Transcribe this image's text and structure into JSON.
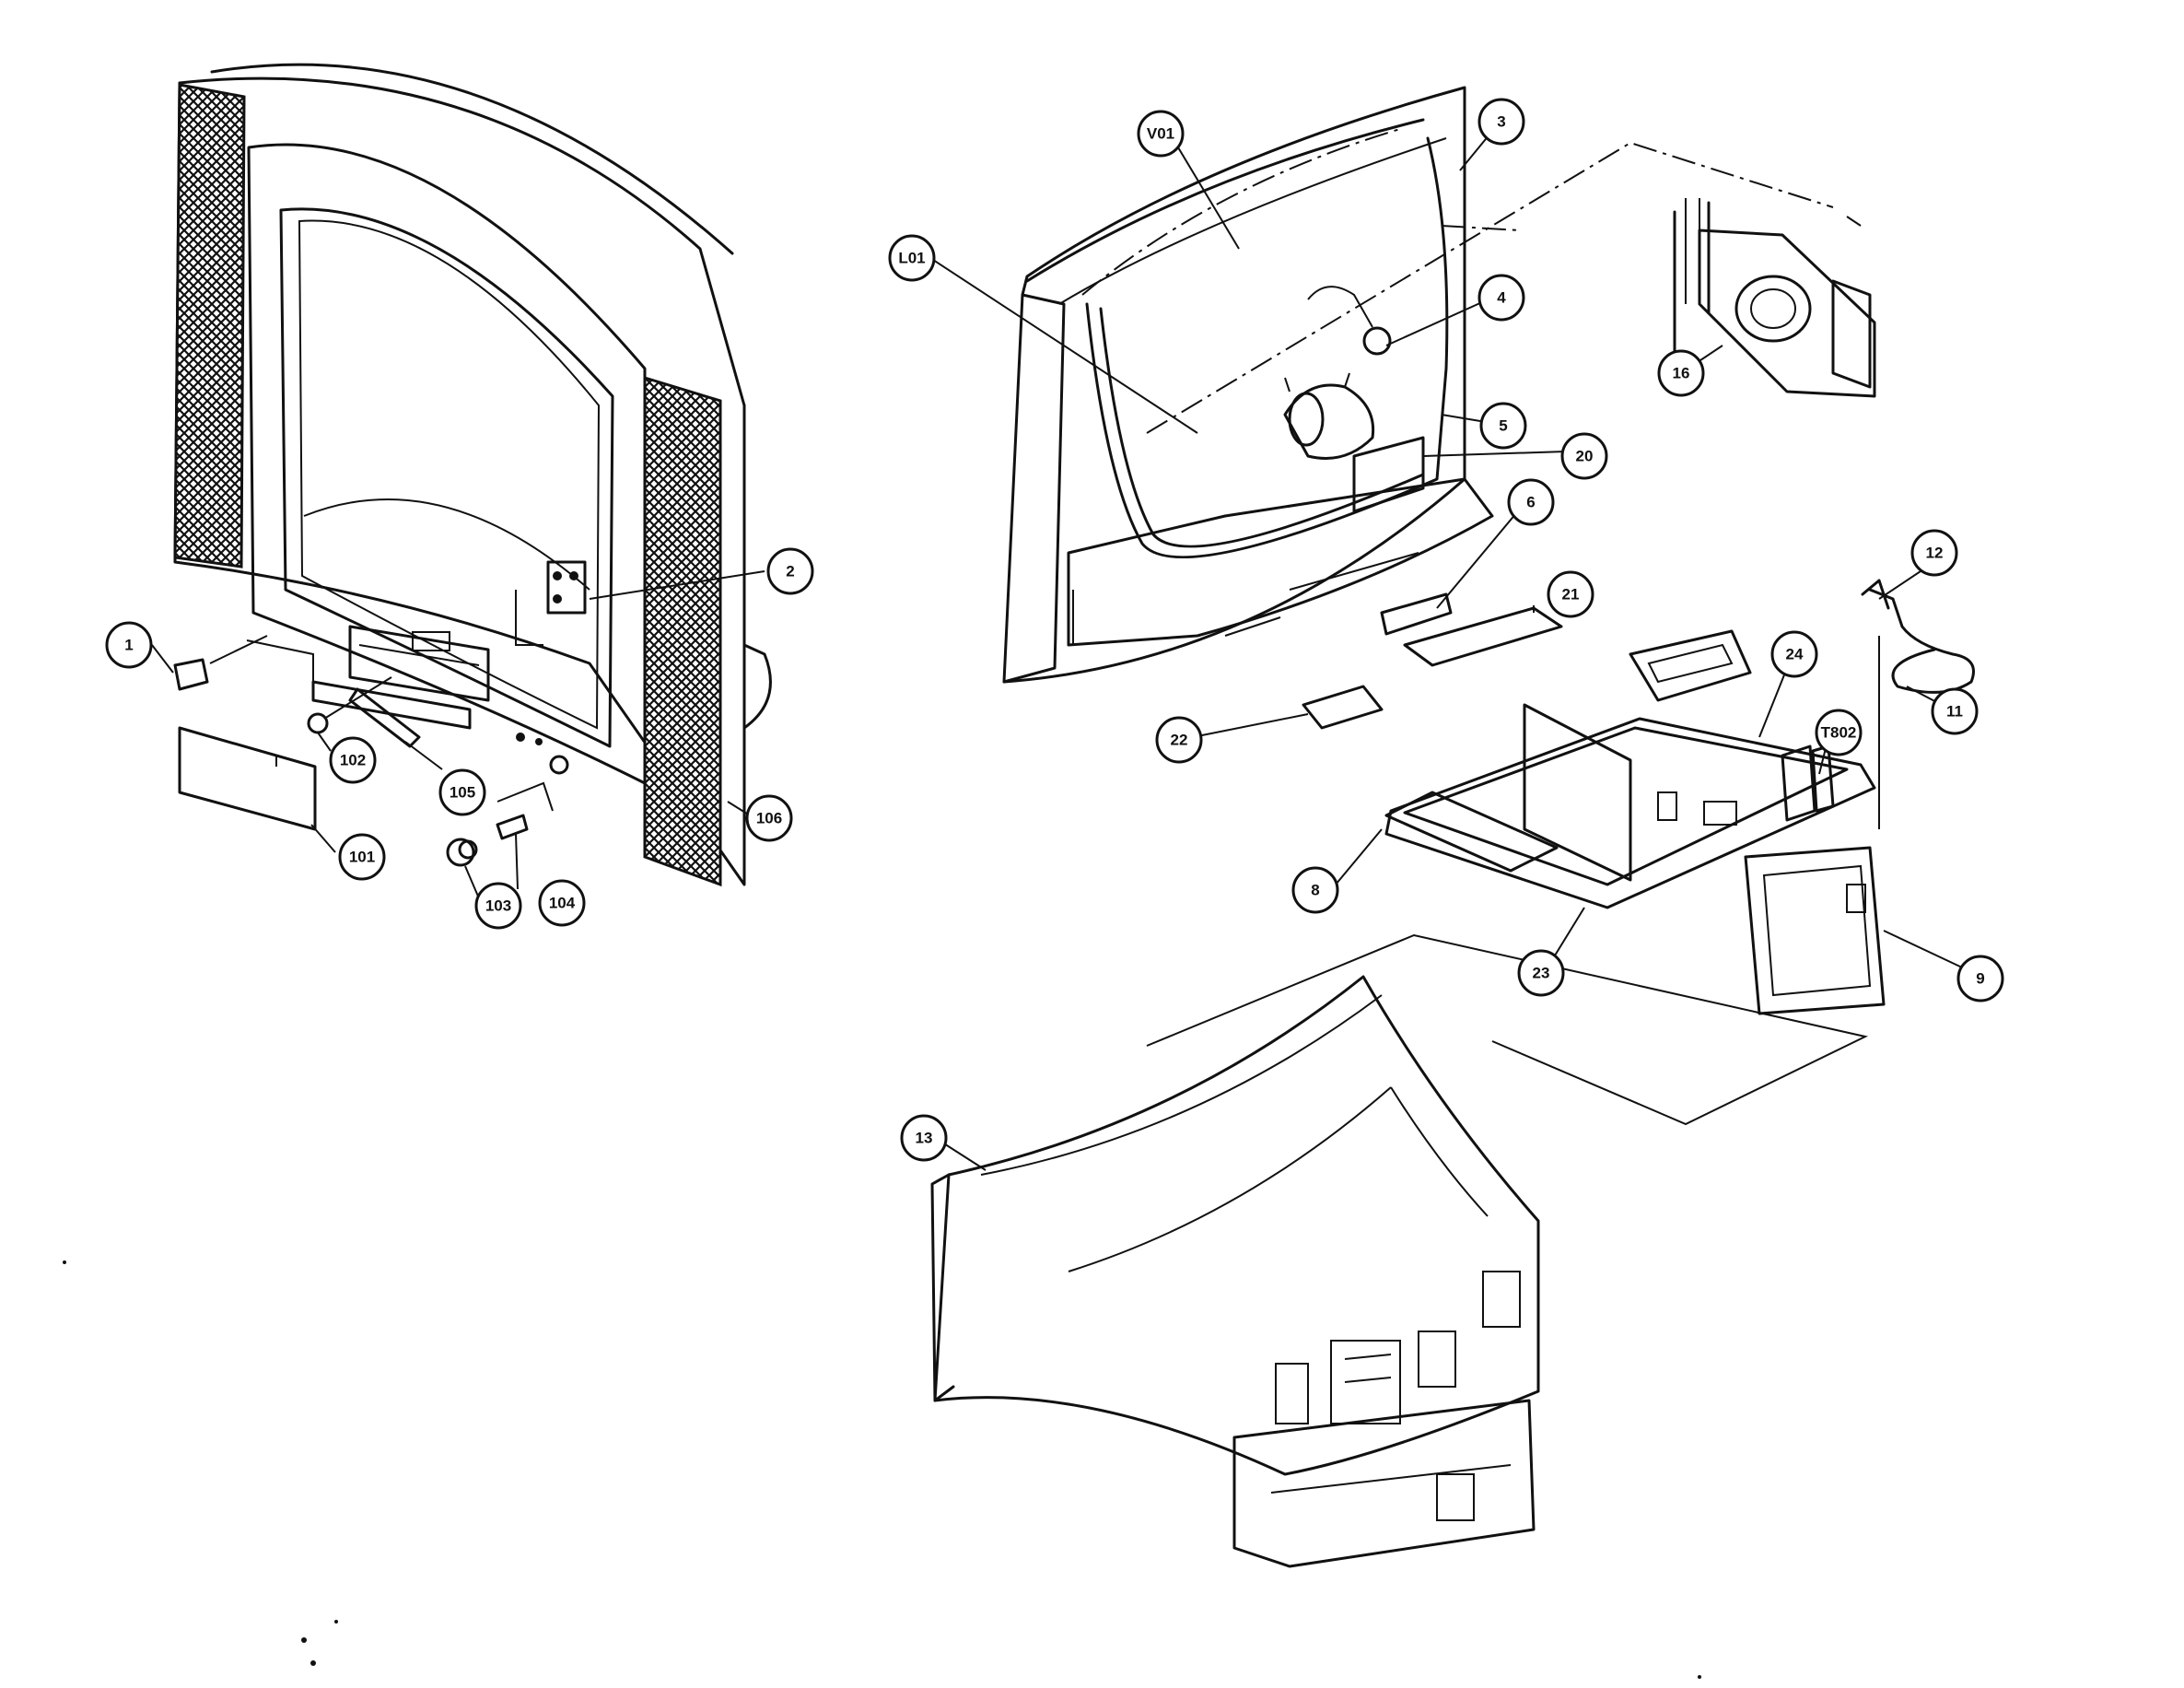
{
  "callouts": {
    "c1": "1",
    "c2": "2",
    "c3": "3",
    "c4": "4",
    "c5": "5",
    "c6": "6",
    "c8": "8",
    "c9": "9",
    "c11": "11",
    "c12": "12",
    "c13": "13",
    "c16": "16",
    "c20": "20",
    "c21": "21",
    "c22": "22",
    "c23": "23",
    "c24": "24",
    "c101": "101",
    "c102": "102",
    "c103": "103",
    "c104": "104",
    "c105": "105",
    "c106": "106",
    "cV01": "V01",
    "cL01": "L01",
    "cT802": "T802"
  }
}
